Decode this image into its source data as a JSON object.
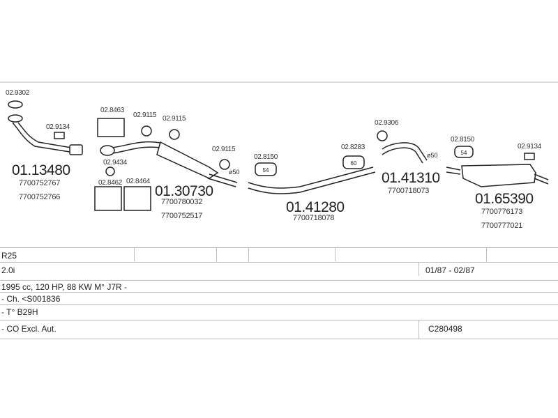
{
  "parts": {
    "p1": {
      "code": "01.13480",
      "oem1": "7700752767",
      "oem2": "7700752766"
    },
    "p2": {
      "code": "01.30730",
      "oem1": "7700780032",
      "oem2": "7700752517"
    },
    "p3": {
      "code": "01.41280",
      "oem1": "7700718078"
    },
    "p4": {
      "code": "01.41310",
      "oem1": "7700718073"
    },
    "p5": {
      "code": "01.65390",
      "oem1": "7700776173",
      "oem2": "7700777021"
    }
  },
  "accessories": {
    "a9302": "02.9302",
    "a9134a": "02.9134",
    "a8463": "02.8463",
    "a9115a": "02.9115",
    "a9115b": "02.9115",
    "a9434": "02.9434",
    "a8462": "02.8462",
    "a8464": "02.8464",
    "a9115c": "02.9115",
    "a8150a": "02.8150",
    "a8283": "02.8283",
    "a9306": "02.9306",
    "a8150b": "02.8150",
    "a9134b": "02.9134"
  },
  "diameters": {
    "d1": "ø50",
    "d2": "ø50"
  },
  "hanger_text": {
    "h1": "54",
    "h2": "60",
    "h3": "54"
  },
  "vehicle": {
    "model": "R25",
    "engine": "2.0i",
    "period": "01/87 - 02/87",
    "spec": "1995 cc, 120 HP, 88 KW M° J7R -",
    "chassis": "- Ch. <S001836",
    "gearbox": "- T° B29H",
    "co_note": "- CO Excl. Aut.",
    "catalog_code": "C280498"
  },
  "colors": {
    "line": "#bdbdbd",
    "ink": "#222222"
  }
}
